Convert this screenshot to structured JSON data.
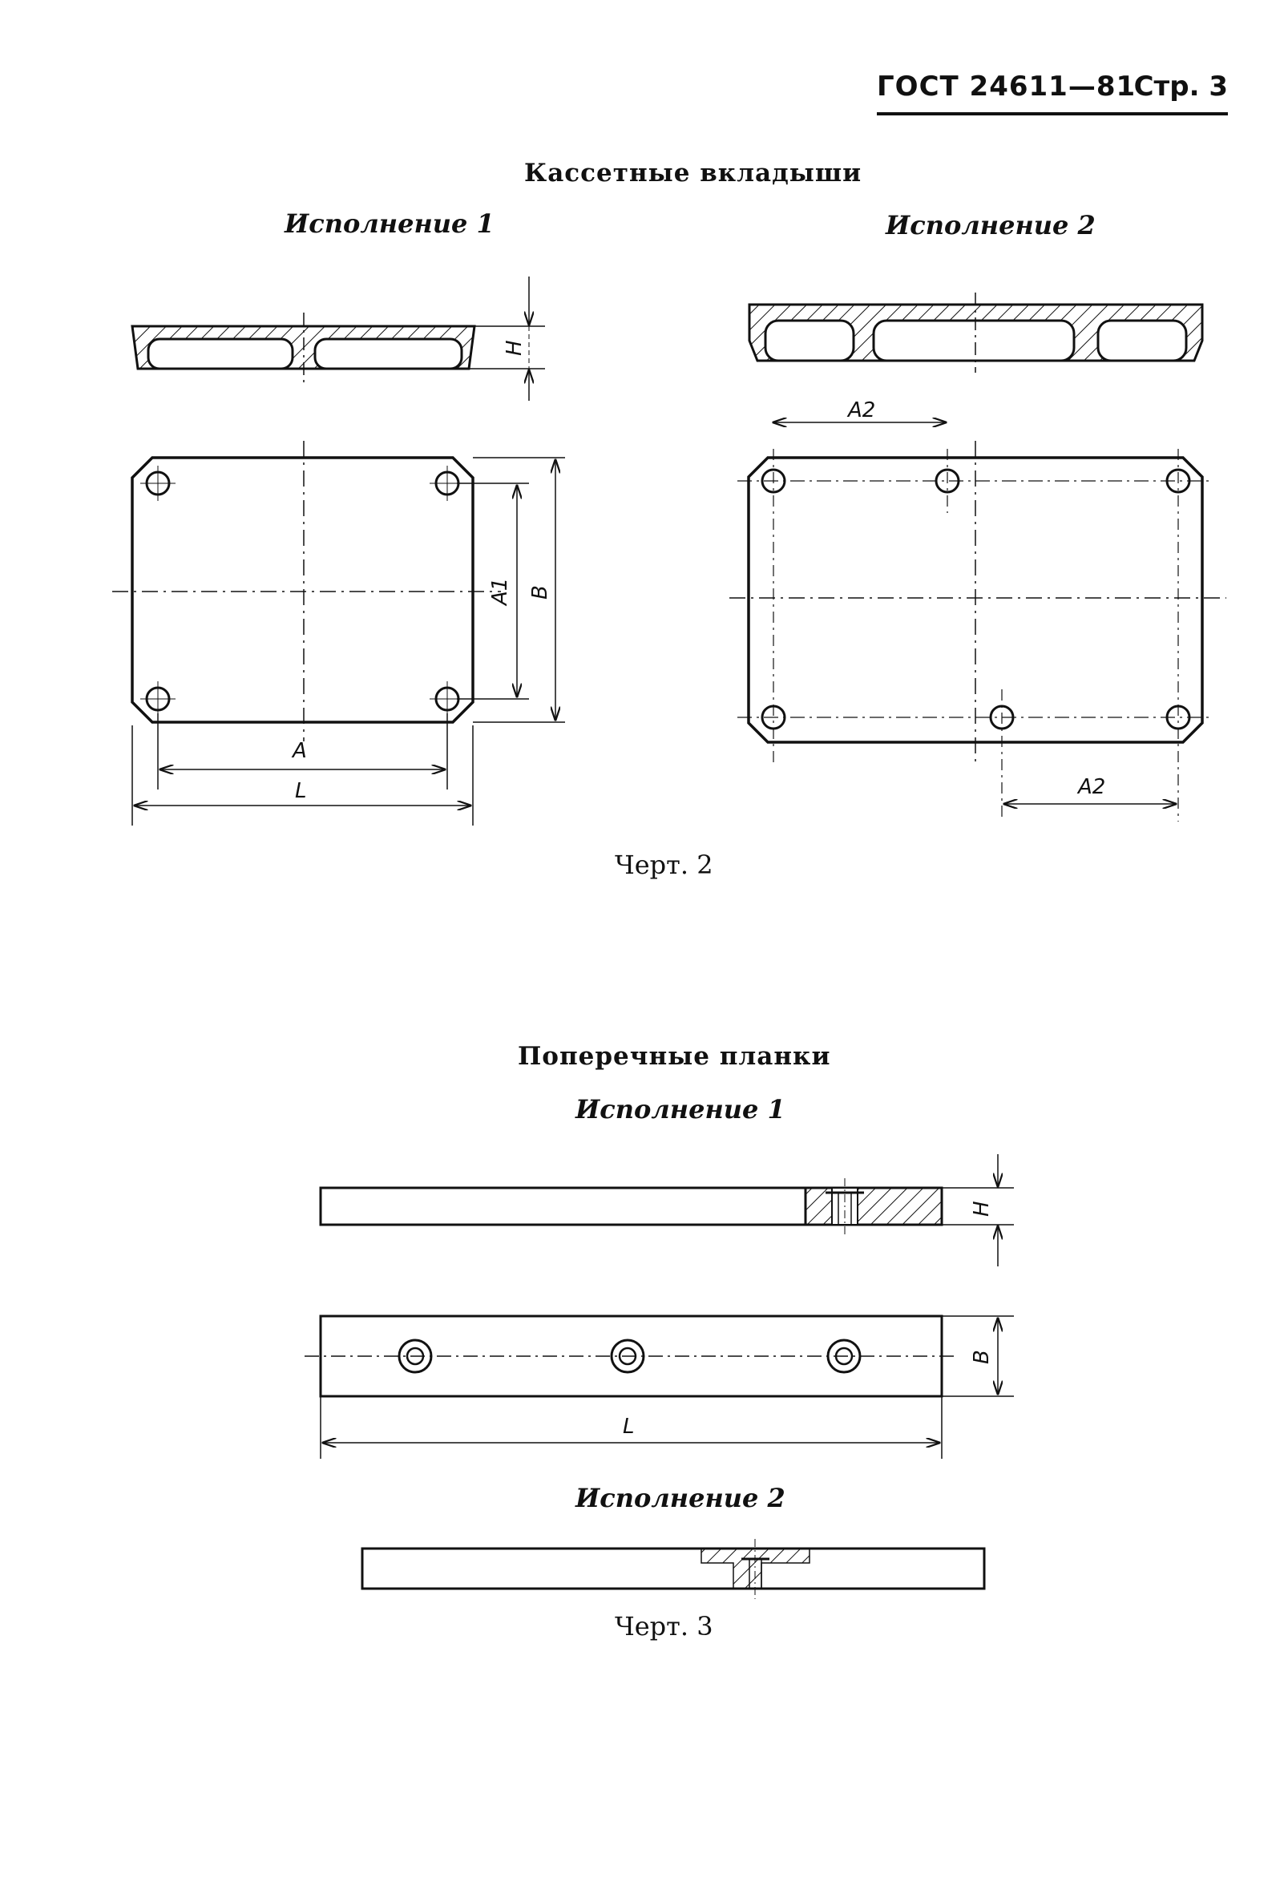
{
  "header": {
    "standard": "ГОСТ 24611—81",
    "page": "Стр. 3"
  },
  "section1": {
    "title": "Кассетные вкладыши",
    "variant1": "Исполнение 1",
    "variant2": "Исполнение 2",
    "caption": "Черт. 2",
    "dims": {
      "height": "H",
      "length": "L",
      "width": "B",
      "pitch_a": "A",
      "pitch_a1": "A1",
      "pitch_a2": "A2"
    }
  },
  "section2": {
    "title": "Поперечные планки",
    "variant1": "Исполнение 1",
    "variant2": "Исполнение 2",
    "caption": "Черт. 3",
    "dims": {
      "height": "H",
      "width": "B",
      "length": "L"
    }
  }
}
